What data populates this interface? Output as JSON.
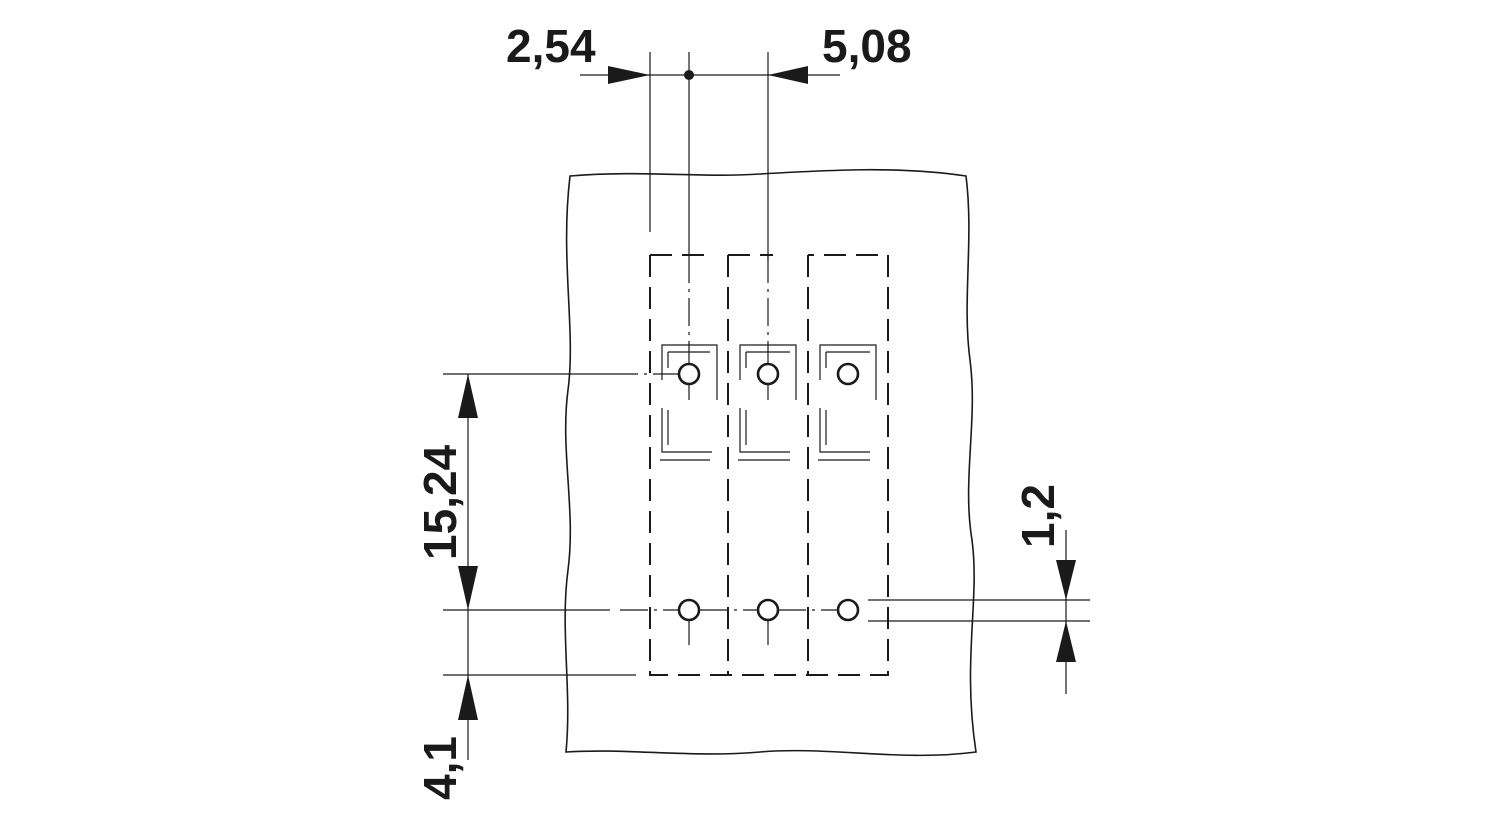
{
  "dimensions": {
    "pitch_half": "2,54",
    "pitch": "5,08",
    "row_spacing": "15,24",
    "edge_offset": "4,1",
    "hole_diameter": "1,2"
  },
  "layout": {
    "pin_columns": 3,
    "pin_rows": 2
  },
  "colors": {
    "line": "#1a1a1a",
    "background": "#ffffff"
  }
}
